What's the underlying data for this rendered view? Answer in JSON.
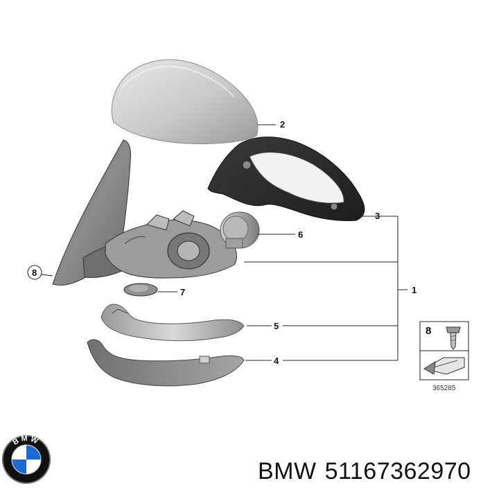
{
  "callouts": {
    "c1": "1",
    "c2": "2",
    "c3": "3",
    "c4": "4",
    "c5": "5",
    "c6": "6",
    "c7": "7",
    "c8": "8"
  },
  "legend": {
    "number": "8",
    "code": "365285"
  },
  "caption": {
    "brand": "BMW",
    "part_number": "51167362970"
  },
  "logo": {
    "text": "BMW",
    "colors": {
      "blue": "#1c69d4",
      "ring": "#111111",
      "white": "#ffffff"
    }
  },
  "icons": [
    "bmw-logo-icon",
    "screw-icon",
    "arrow-icon"
  ]
}
